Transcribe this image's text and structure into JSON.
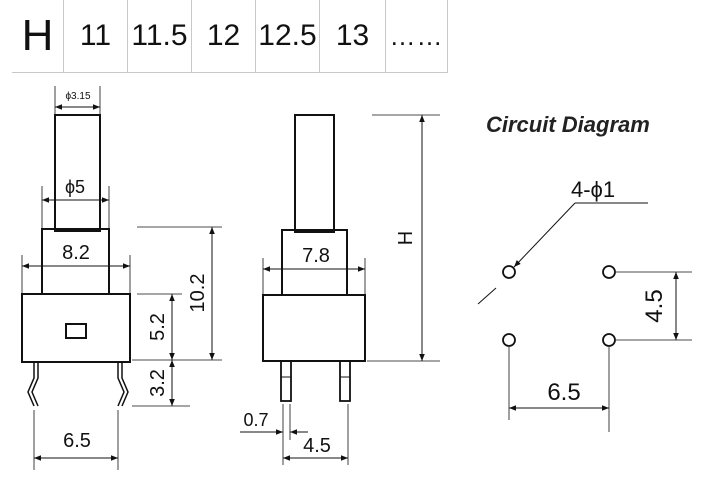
{
  "size_table": {
    "header": "H",
    "values": [
      "11",
      "11.5",
      "12",
      "12.5",
      "13",
      "……"
    ]
  },
  "front_view": {
    "stem_diameter": "ϕ3.15",
    "bushing_diameter": "ϕ5",
    "bushing_width": "8.2",
    "height": "10.2",
    "body_height": "5.2",
    "pin_length": "3.2",
    "pin_spacing": "6.5"
  },
  "side_view": {
    "bushing_width": "7.8",
    "overall_height": "H",
    "pin_width": "0.7",
    "pin_spacing": "4.5"
  },
  "circuit": {
    "title": "Circuit Diagram",
    "hole_label": "4-ϕ1",
    "vertical_spacing": "4.5",
    "horizontal_spacing": "6.5"
  }
}
